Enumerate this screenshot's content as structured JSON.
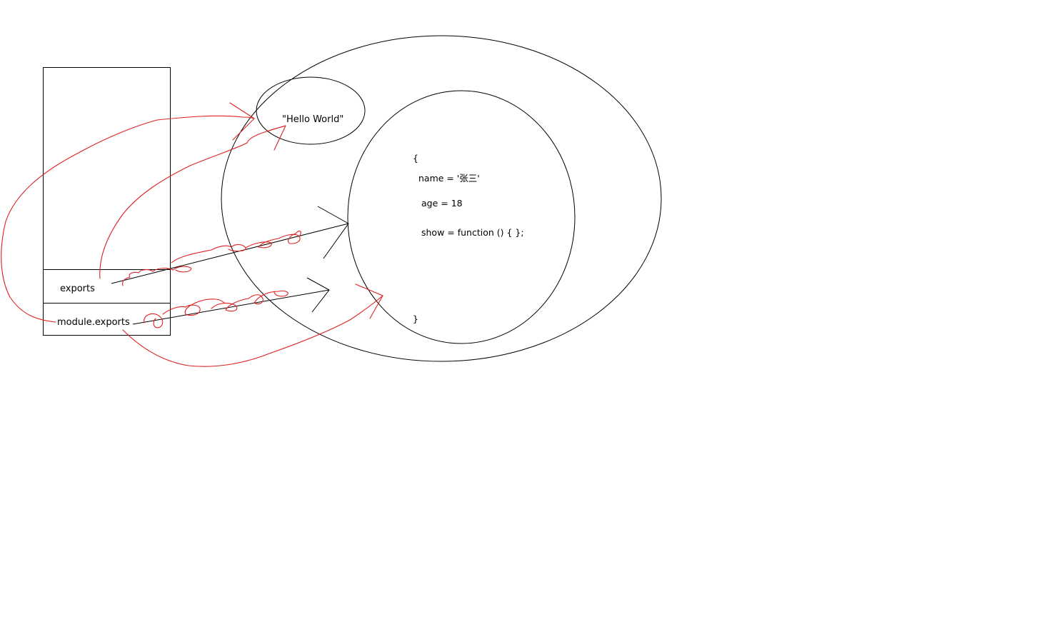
{
  "memory": {
    "exports_label": "exports",
    "module_exports_label": "module.exports"
  },
  "heap": {
    "string_value": "\"Hello World\"",
    "object": {
      "open_brace": "{",
      "name_line": "name = '张三'",
      "age_line": "age = 18",
      "show_line": "show = function () {    };",
      "close_brace": "}"
    }
  },
  "colors": {
    "ink": "#000000",
    "annotation": "#e02020"
  }
}
